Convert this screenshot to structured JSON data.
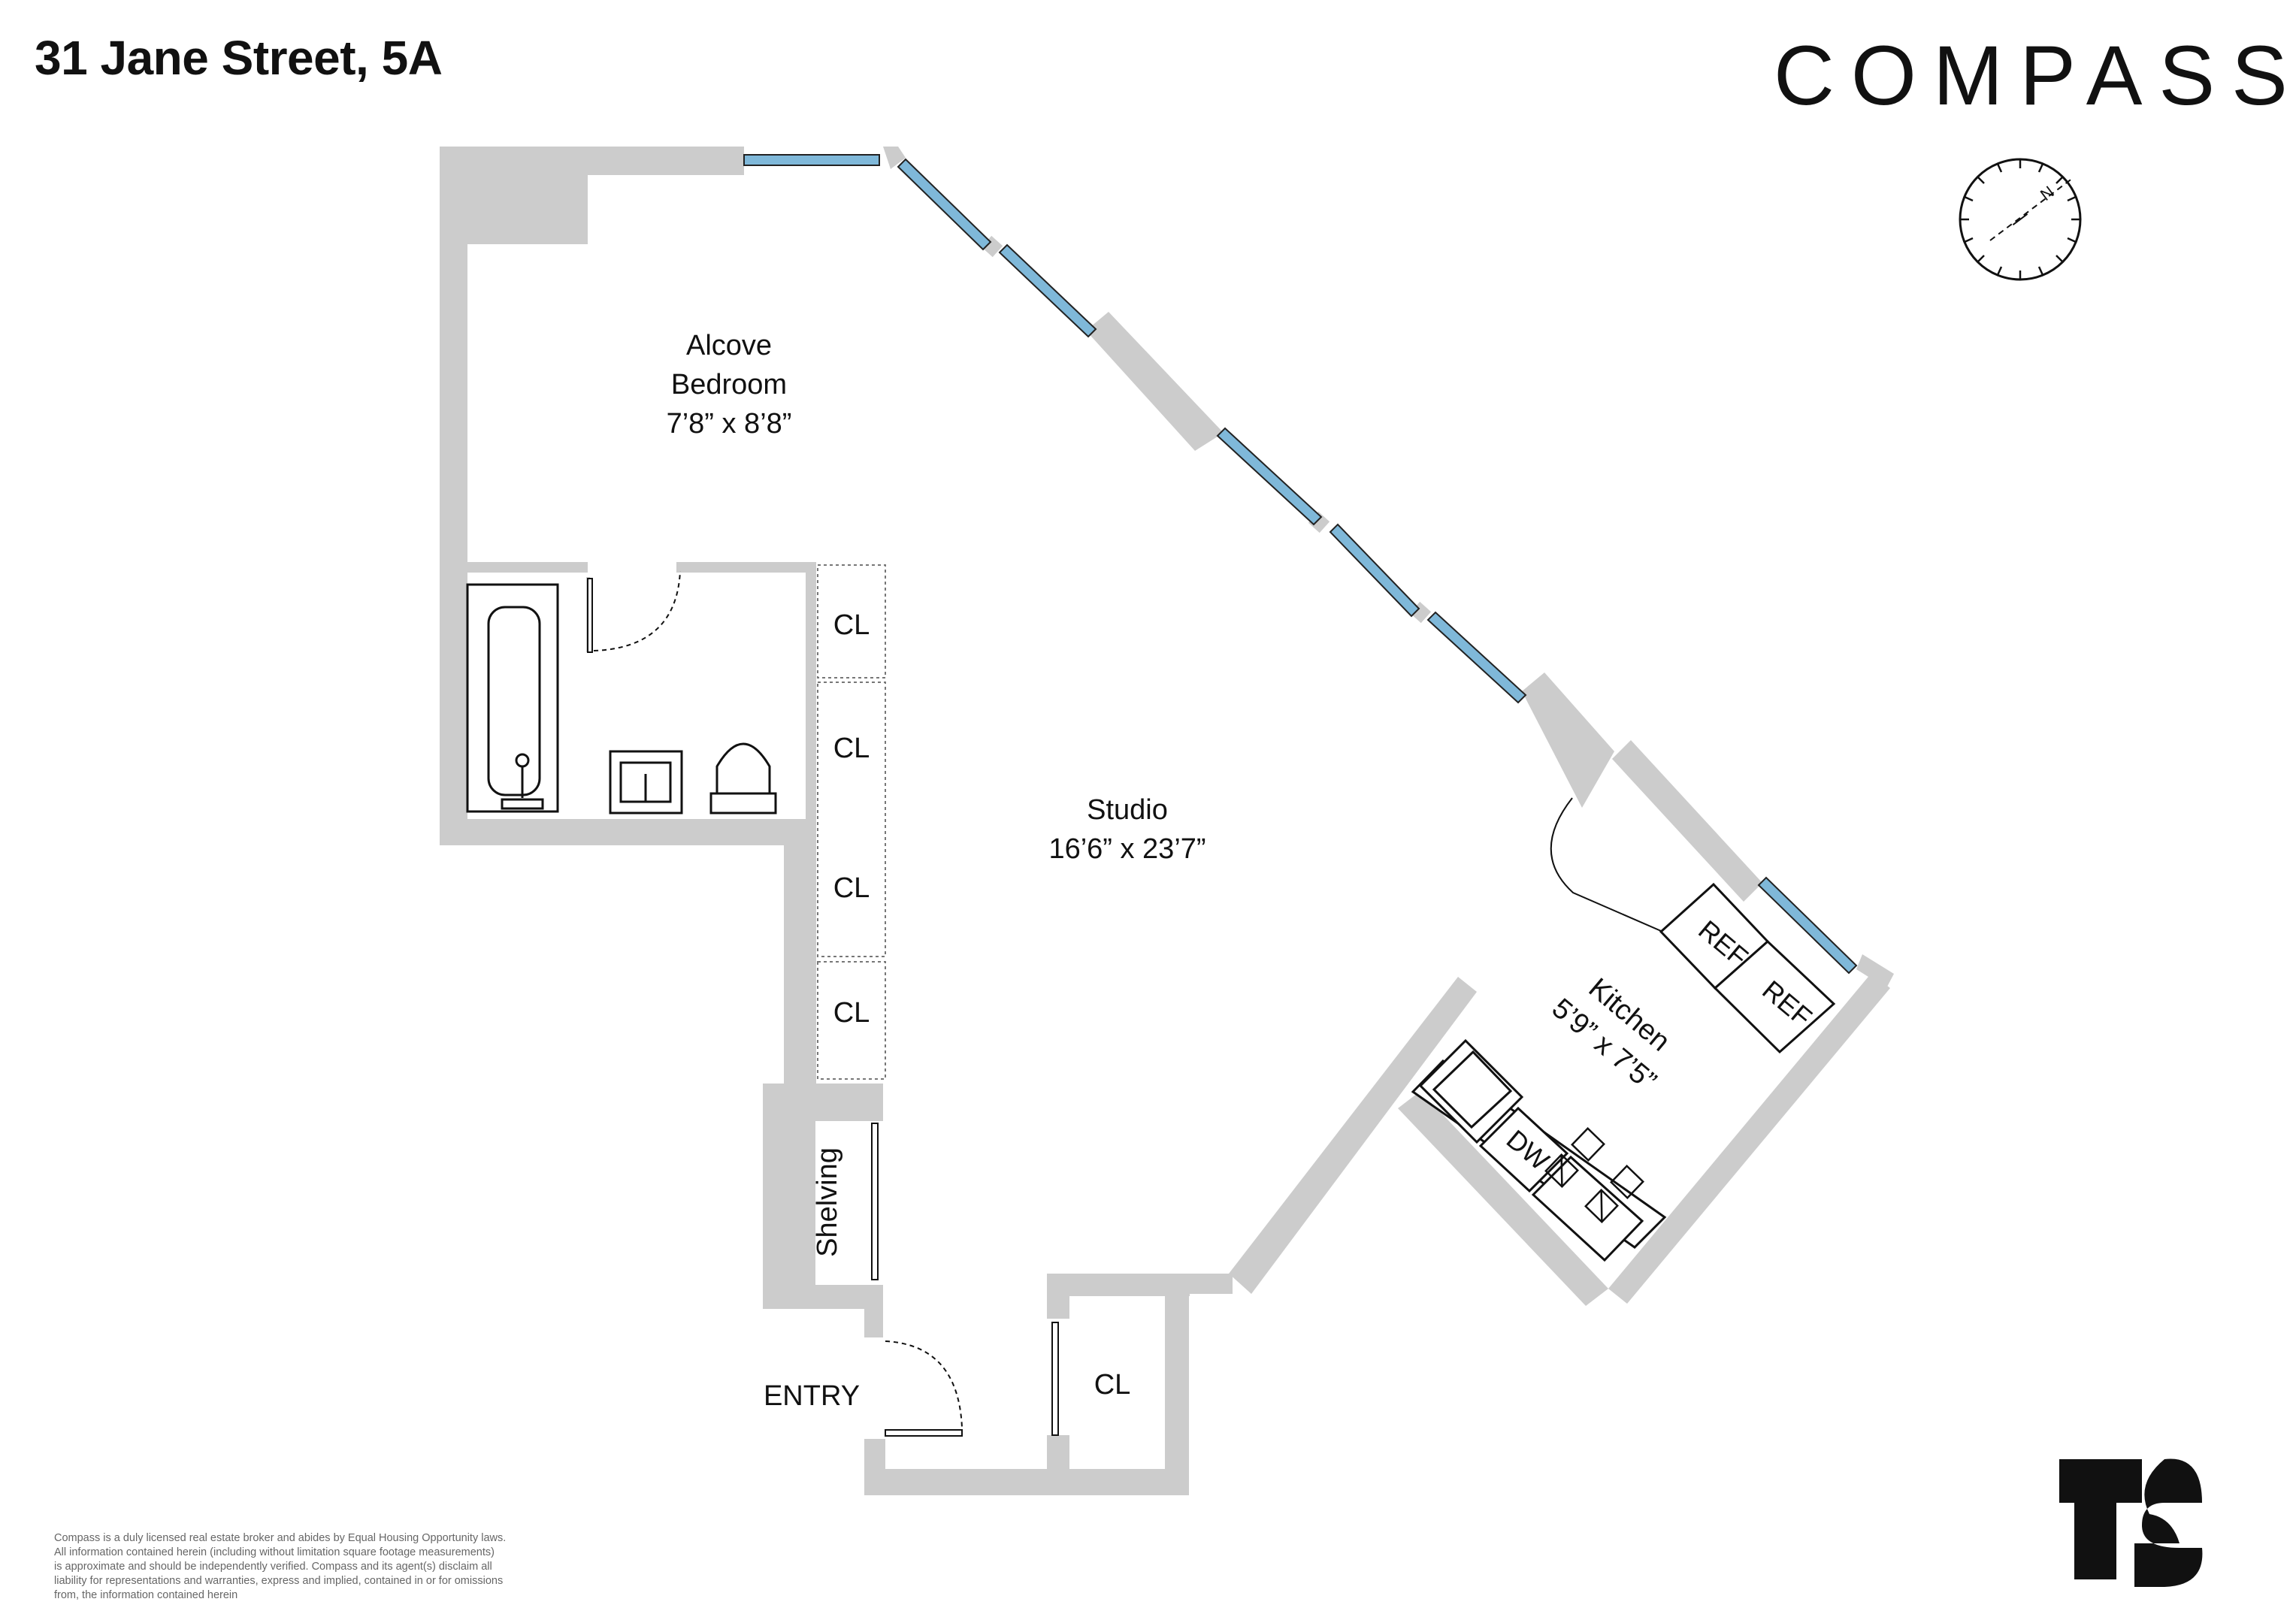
{
  "header": {
    "address": "31 Jane Street, 5A",
    "brand": "COMPASS"
  },
  "rooms": {
    "alcove_name_1": "Alcove",
    "alcove_name_2": "Bedroom",
    "alcove_dims": "7’8” x 8’8”",
    "studio_name": "Studio",
    "studio_dims": "16’6” x 23’7”",
    "kitchen_name": "Kitchen",
    "kitchen_dims": "5’9” x 7’5”",
    "entry": "ENTRY",
    "shelving": "Shelving"
  },
  "fixtures": {
    "closet": "CL",
    "refrigerator": "REF",
    "dishwasher": "DW"
  },
  "compass_rose": {
    "north_label": "N"
  },
  "logo": {
    "initials": "TS"
  },
  "disclaimer": [
    "Compass is a duly licensed real estate broker and abides by Equal Housing Opportunity laws.",
    "All information contained herein (including without limitation square footage measurements)",
    " is approximate and should be independently verified. Compass and its agent(s) disclaim all",
    "liability for representations and warranties, express and implied, contained in or for omissions",
    " from, the information contained herein"
  ],
  "colors": {
    "wall": "#cccccc",
    "window": "#7fb8d9",
    "text": "#111111"
  }
}
